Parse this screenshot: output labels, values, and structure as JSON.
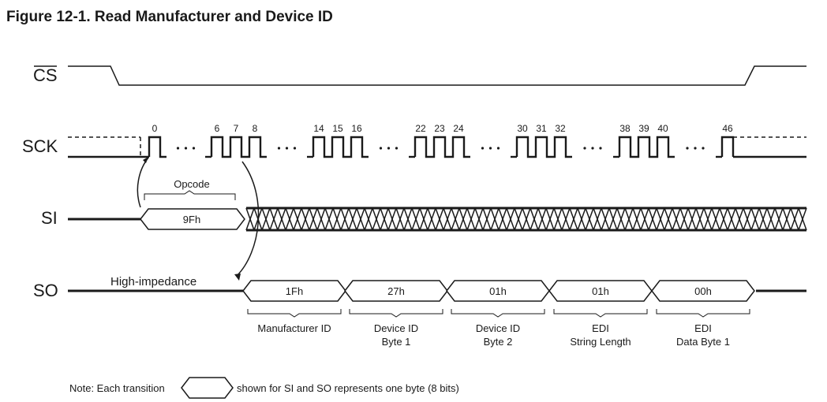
{
  "figure": {
    "title": "Figure 12-1. Read Manufacturer and Device ID"
  },
  "signals": {
    "cs": "CS",
    "sck": "SCK",
    "si": "SI",
    "so": "SO"
  },
  "clock_groups": [
    [
      "0"
    ],
    [
      "6",
      "7",
      "8"
    ],
    [
      "14",
      "15",
      "16"
    ],
    [
      "22",
      "23",
      "24"
    ],
    [
      "30",
      "31",
      "32"
    ],
    [
      "38",
      "39",
      "40"
    ],
    [
      "46"
    ]
  ],
  "si": {
    "opcode_label": "Opcode",
    "opcode_value": "9Fh"
  },
  "so": {
    "high_impedance_label": "High-impedance",
    "bytes": [
      {
        "value": "1Fh",
        "label_line1": "Manufacturer ID",
        "label_line2": ""
      },
      {
        "value": "27h",
        "label_line1": "Device ID",
        "label_line2": "Byte 1"
      },
      {
        "value": "01h",
        "label_line1": "Device ID",
        "label_line2": "Byte 2"
      },
      {
        "value": "01h",
        "label_line1": "EDI",
        "label_line2": "String Length"
      },
      {
        "value": "00h",
        "label_line1": "EDI",
        "label_line2": "Data Byte 1"
      }
    ]
  },
  "note": {
    "prefix": "Note:  Each transition",
    "suffix": "shown for SI and SO represents one byte (8 bits)"
  }
}
